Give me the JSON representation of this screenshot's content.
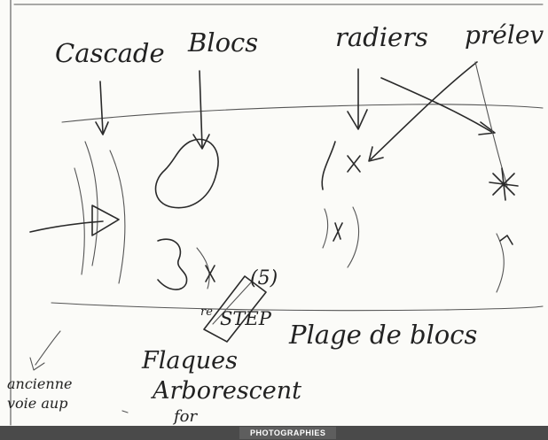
{
  "labels": {
    "cascade": "Cascade",
    "blocs": "Blocs",
    "radiers": "radiers",
    "prelev": "prélev",
    "step_marker": "(5)",
    "re": "re",
    "step": "STEP",
    "plage": "Plage de blocs",
    "ancienne_line1": "ancienne",
    "ancienne_line2": "voie aup",
    "flaques_line1": "Flaques",
    "flaques_line2": "Arborescent",
    "flaques_line3": "for"
  },
  "footer": {
    "label": "PHOTOGRAPHIES"
  }
}
